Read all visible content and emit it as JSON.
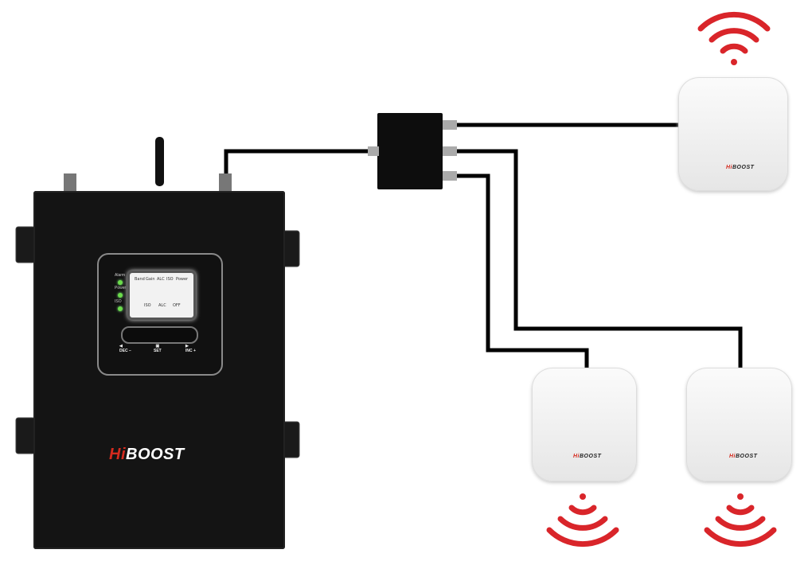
{
  "booster": {
    "brand_hi": "Hi",
    "brand_rest": "BOOST",
    "leds": [
      "Alarm",
      "Power",
      "ISO"
    ],
    "lcd": {
      "headers": [
        "Band",
        "Gain",
        "ALC",
        "ISO",
        "Power"
      ],
      "footer": [
        "ISO",
        "ALC",
        "OFF"
      ]
    },
    "controls": {
      "dec": "DEC −",
      "set": "SET",
      "inc": "INC +"
    }
  },
  "antennas": [
    {
      "id": "top-right",
      "brand_hi": "Hi",
      "brand_rest": "BOOST"
    },
    {
      "id": "bottom-left",
      "brand_hi": "Hi",
      "brand_rest": "BOOST"
    },
    {
      "id": "bottom-right",
      "brand_hi": "Hi",
      "brand_rest": "BOOST"
    }
  ],
  "colors": {
    "signal": "#d9252a",
    "cable": "#000000",
    "booster": "#141414"
  }
}
